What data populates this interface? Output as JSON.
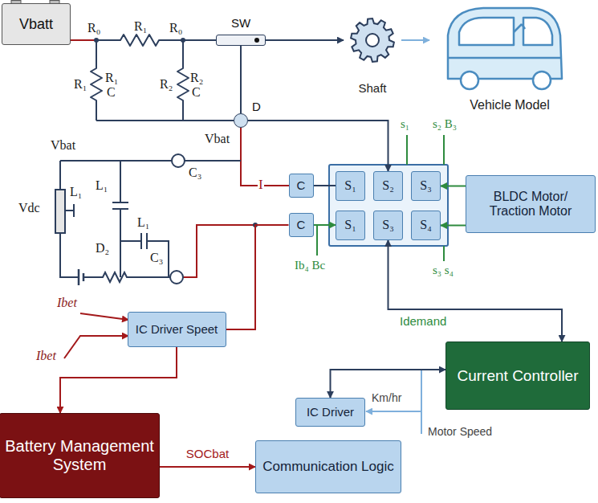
{
  "diagram": {
    "nodes": [
      {
        "text": [
          "Vbatt"
        ]
      },
      {
        "text": [
          "SW"
        ]
      },
      {
        "text": [
          "Shaft"
        ]
      },
      {
        "text": [
          "Vehicle Model"
        ]
      },
      {
        "text": [
          "D"
        ]
      },
      {
        "text": [
          "C"
        ]
      },
      {
        "text": [
          "C"
        ]
      },
      {
        "text": [
          "S₁"
        ]
      },
      {
        "text": [
          "S₂"
        ]
      },
      {
        "text": [
          "S₃"
        ]
      },
      {
        "text": [
          "S₁"
        ]
      },
      {
        "text": [
          "S₃"
        ]
      },
      {
        "text": [
          "S₄"
        ]
      },
      {
        "text": [
          "BLDC Motor/ Traction Motor"
        ]
      },
      {
        "text": [
          "Current Controller"
        ]
      },
      {
        "text": [
          "IC Driver Speet"
        ]
      },
      {
        "text": [
          "IC Driver"
        ]
      },
      {
        "text": [
          "Battery Management System"
        ]
      },
      {
        "text": [
          "Communication Logic"
        ]
      }
    ],
    "edges": [
      {
        "from": 1,
        "to": 2,
        "arrow": "to"
      },
      {
        "from": 2,
        "to": 3,
        "arrow": "to"
      },
      {
        "from": 1,
        "to": 4,
        "arrow": "none"
      },
      {
        "from": 4,
        "to": 8,
        "arrow": "to"
      },
      {
        "from": 5,
        "to": 7,
        "arrow": "none"
      },
      {
        "from": 6,
        "to": 10,
        "arrow": "to"
      },
      {
        "from": 13,
        "to": 9,
        "arrow": "to"
      },
      {
        "from": 13,
        "to": 12,
        "arrow": "to"
      },
      {
        "from": 11,
        "to": 14,
        "arrow": "both"
      },
      {
        "from": 16,
        "to": 14,
        "arrow": "both"
      },
      {
        "from": 15,
        "to": 17,
        "arrow": "to"
      },
      {
        "from": 15,
        "to": 6,
        "arrow": "none"
      },
      {
        "from": 17,
        "to": 18,
        "label": "SOCbat",
        "arrow": "to"
      }
    ],
    "labels": [
      "R₀",
      "R₁",
      "R₀",
      "R₁",
      "R₁",
      "C",
      "R₂",
      "R₂",
      "C",
      "Vbat",
      "Vbat",
      "Vdc",
      "L₁",
      "L₁",
      "L₁",
      "C₃",
      "C₃",
      "D₂",
      "I",
      "s₁",
      "s₂ B₃",
      "s₃ s₄",
      "Ib₄ Bc",
      "Idemand",
      "Km/hr",
      "Motor Speed",
      "Ibet",
      "Ibet"
    ]
  }
}
